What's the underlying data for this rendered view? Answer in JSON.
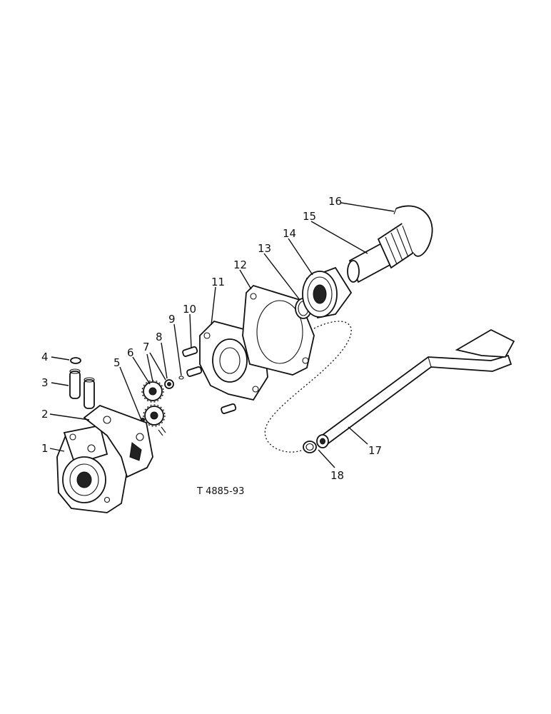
{
  "diagram": {
    "reference": "T 4885-93",
    "callouts": [
      "1",
      "2",
      "3",
      "4",
      "5",
      "6",
      "7",
      "8",
      "9",
      "10",
      "11",
      "12",
      "13",
      "14",
      "15",
      "16",
      "17",
      "18"
    ]
  }
}
